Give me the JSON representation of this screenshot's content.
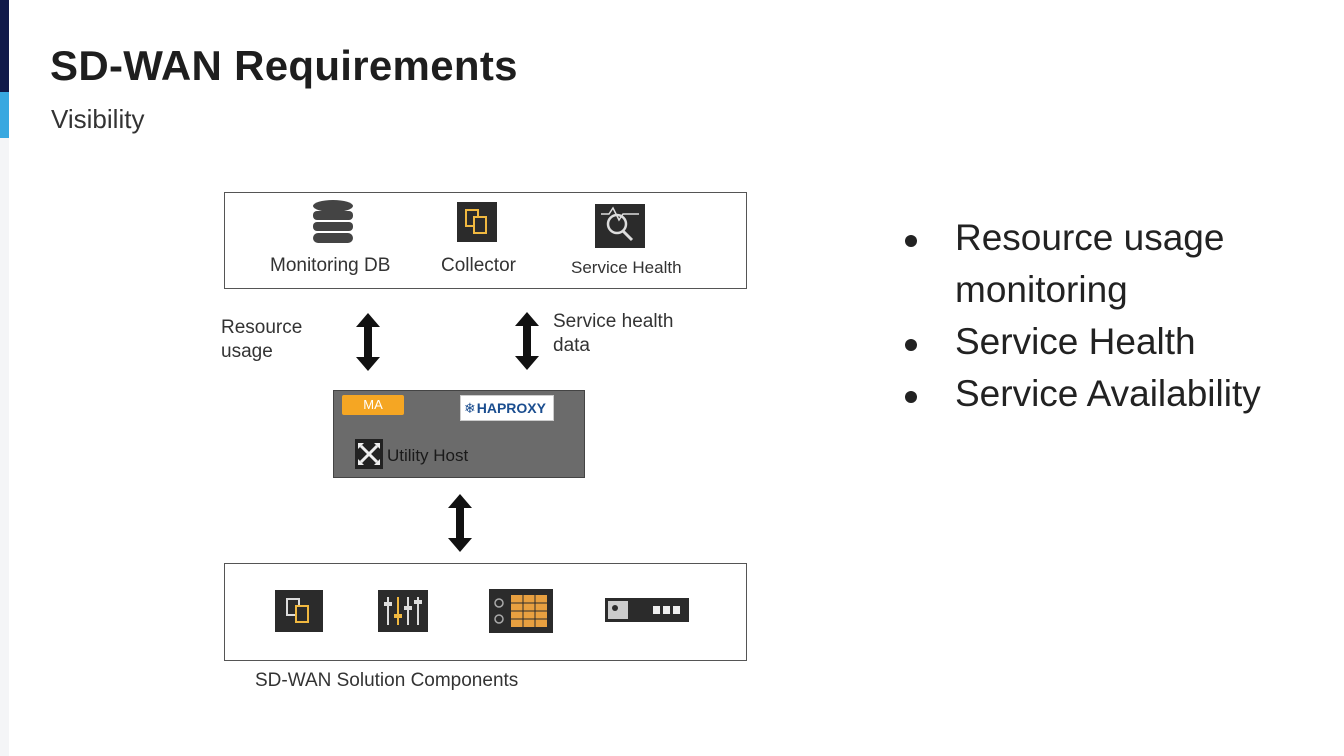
{
  "slide": {
    "title": "SD-WAN Requirements",
    "subtitle": "Visibility"
  },
  "diagram": {
    "top_nodes": [
      {
        "label": "Monitoring DB",
        "icon": "database-icon"
      },
      {
        "label": "Collector",
        "icon": "collector-icon"
      },
      {
        "label": "Service Health",
        "icon": "service-health-icon"
      }
    ],
    "left_arrow_label": [
      "Resource",
      "usage"
    ],
    "right_arrow_label": [
      "Service health",
      "data"
    ],
    "utility_host": {
      "badge": "MA",
      "logo": "HAPROXY",
      "label": "Utility Host"
    },
    "bottom_caption": "SD-WAN Solution Components",
    "bottom_icons": [
      "components-icon",
      "sliders-icon",
      "dashboard-icon",
      "appliance-icon"
    ]
  },
  "bullets": [
    "Resource usage monitoring",
    "Service Health",
    "Service Availability"
  ],
  "colors": {
    "accent_dark": "#101a4a",
    "accent_light": "#38a8e0",
    "badge": "#f5a623",
    "host_box": "#6b6b6b"
  }
}
